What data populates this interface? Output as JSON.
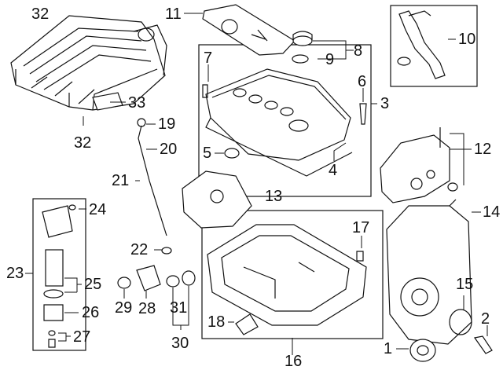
{
  "diagram": {
    "callouts": [
      "1",
      "2",
      "3",
      "4",
      "5",
      "6",
      "7",
      "8",
      "9",
      "10",
      "11",
      "12",
      "13",
      "14",
      "15",
      "16",
      "17",
      "18",
      "19",
      "20",
      "21",
      "22",
      "23",
      "24",
      "25",
      "26",
      "27",
      "28",
      "29",
      "30",
      "31",
      "32",
      "33"
    ],
    "colors": {
      "ink": "#111111",
      "paper": "#ffffff",
      "shade": "#cfcfcf"
    }
  }
}
